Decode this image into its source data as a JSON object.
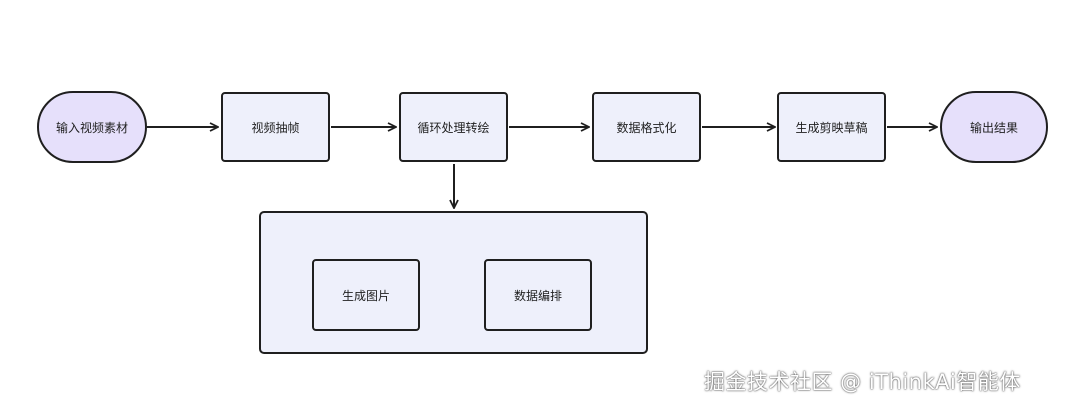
{
  "diagram": {
    "nodes": {
      "start": "输入视频素材",
      "extract_frames": "视频抽帧",
      "loop_convert": "循环处理转绘",
      "format_data": "数据格式化",
      "generate_draft": "生成剪映草稿",
      "output": "输出结果",
      "generate_image": "生成图片",
      "arrange_data": "数据编排"
    },
    "colors": {
      "terminal_fill": "#e6e0fb",
      "process_fill": "#eef0fb",
      "stroke": "#1f1f1f"
    }
  },
  "watermark": "掘金技术社区 @ iThinkAi智能体"
}
